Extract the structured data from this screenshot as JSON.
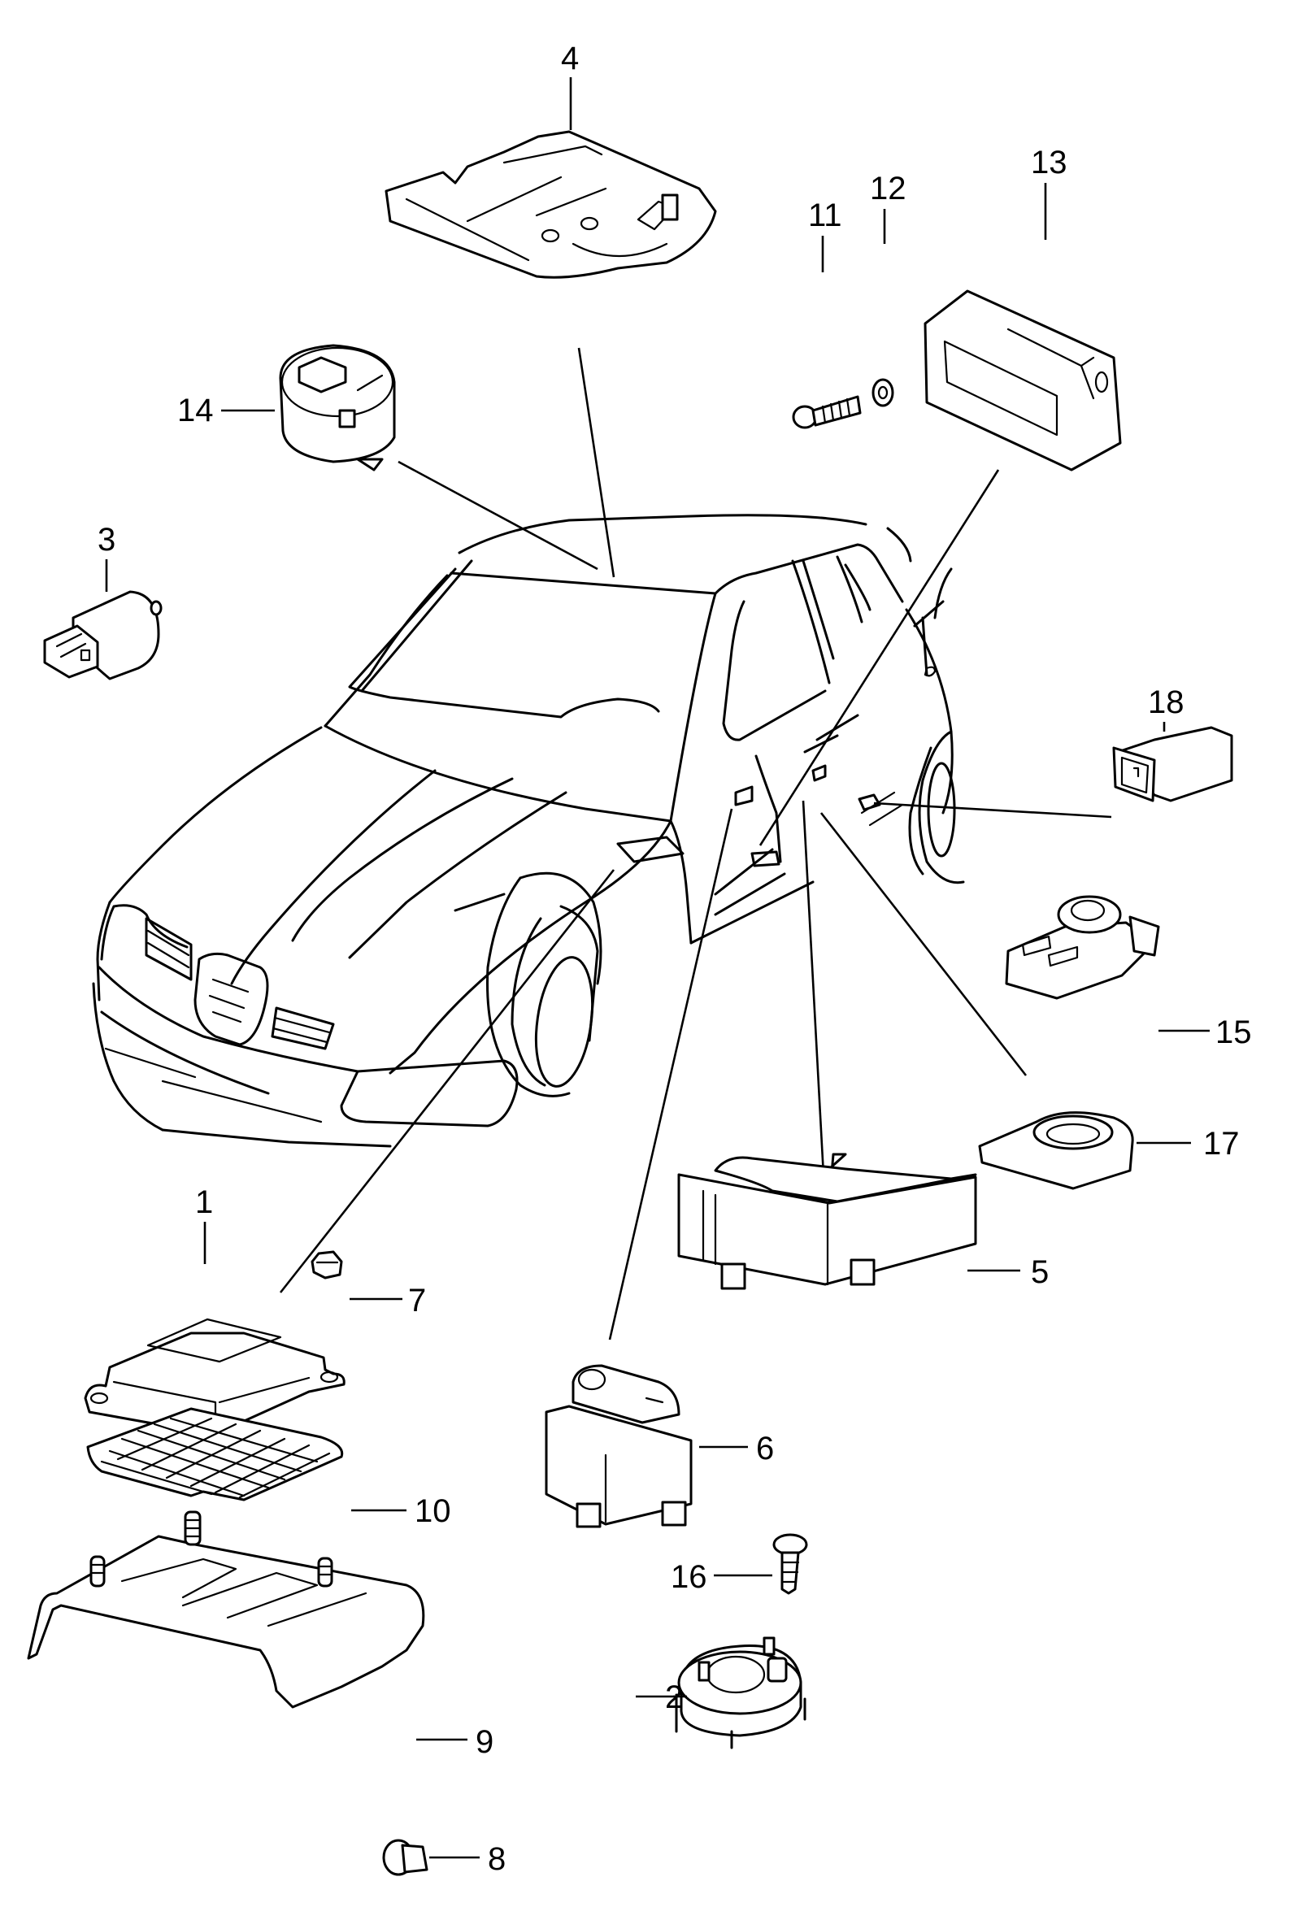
{
  "diagram": {
    "title": "",
    "subject": "vehicle exploded parts view",
    "ink_color": "#000000",
    "background_color": "#ffffff"
  },
  "callouts": [
    {
      "number": "1",
      "part": "airbag-control-unit"
    },
    {
      "number": "2",
      "part": "clock-spring-slip-ring"
    },
    {
      "number": "3",
      "part": "sensor-switch"
    },
    {
      "number": "4",
      "part": "roof-control-module"
    },
    {
      "number": "5",
      "part": "relay"
    },
    {
      "number": "6",
      "part": "window-switch"
    },
    {
      "number": "7",
      "part": "hex-nut"
    },
    {
      "number": "8",
      "part": "flange-nut"
    },
    {
      "number": "9",
      "part": "mounting-bracket"
    },
    {
      "number": "10",
      "part": "mesh-pad"
    },
    {
      "number": "11",
      "part": "bolt"
    },
    {
      "number": "12",
      "part": "washer"
    },
    {
      "number": "13",
      "part": "door-handle-bracket"
    },
    {
      "number": "14",
      "part": "round-sensor"
    },
    {
      "number": "15",
      "part": "mirror-adjust-switch"
    },
    {
      "number": "16",
      "part": "screw"
    },
    {
      "number": "17",
      "part": "switch-bezel"
    },
    {
      "number": "18",
      "part": "push-switch"
    }
  ]
}
